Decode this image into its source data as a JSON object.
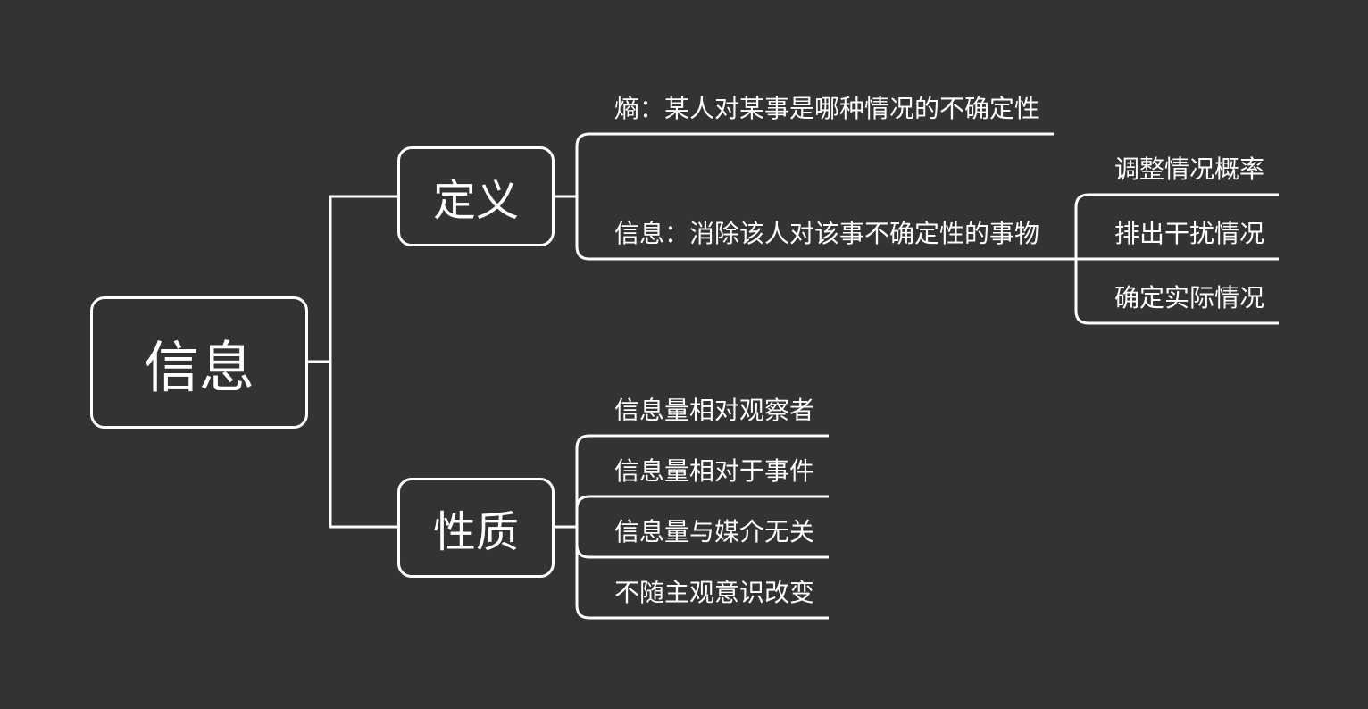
{
  "theme": {
    "background": "#333333",
    "line": "#ffffff",
    "text": "#ffffff"
  },
  "root": {
    "label": "信息"
  },
  "definition": {
    "label": "定义",
    "entropy": "熵：某人对某事是哪种情况的不确定性",
    "information": "信息：消除该人对该事不确定性的事物",
    "information_effects": [
      "调整情况概率",
      "排出干扰情况",
      "确定实际情况"
    ]
  },
  "properties": {
    "label": "性质",
    "items": [
      "信息量相对观察者",
      "信息量相对于事件",
      "信息量与媒介无关",
      "不随主观意识改变"
    ]
  }
}
